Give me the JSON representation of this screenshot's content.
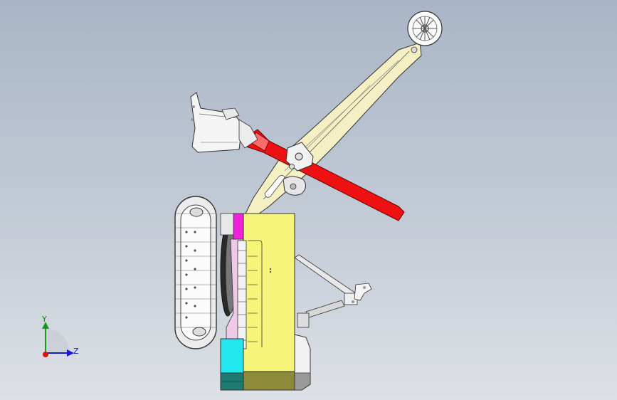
{
  "viewport": {
    "name": "3D model view",
    "colors": {
      "yellow_body": "#f7f47a",
      "yellow_body_shadow": "#8d8a3a",
      "cream_boom": "#f4f0c4",
      "red_arm": "#ee1111",
      "magenta_plate": "#ee22dd",
      "cyan_block": "#22e8ee",
      "teal_block": "#1c7a70",
      "pink_panel": "#f0c8e8",
      "gray_detail": "#9a9a9a"
    }
  },
  "triad": {
    "y_label": "Y",
    "z_label": "Z",
    "icon": "coordinate-axes-icon",
    "colors": {
      "y": "#1a9a1a",
      "z": "#1a1acc",
      "x": "#dd1111"
    }
  }
}
